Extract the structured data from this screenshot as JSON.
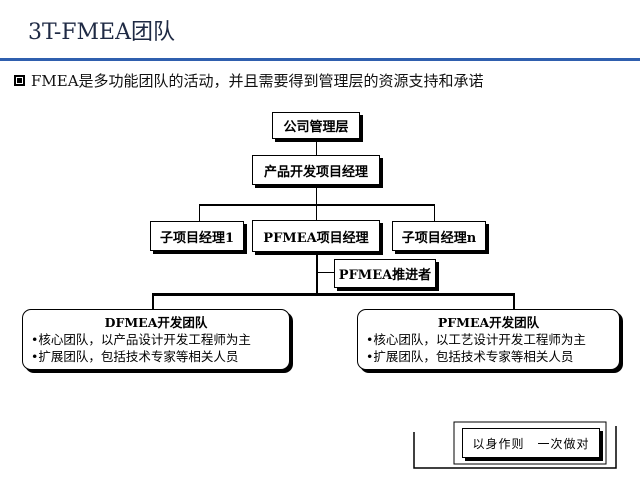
{
  "slide": {
    "title": "3T-FMEA团队",
    "bullet": "FMEA是多功能团队的活动，并且需要得到管理层的资源支持和承诺"
  },
  "org": {
    "top": "公司管理层",
    "pm": "产品开发项目经理",
    "sub1": "子项目经理1",
    "pfmea_pm": "PFMEA项目经理",
    "subn": "子项目经理n",
    "facilitator": "PFMEA推进者"
  },
  "teams": {
    "dfmea": {
      "title": "DFMEA开发团队",
      "core": "•核心团队，以产品设计开发工程师为主",
      "ext": "•扩展团队，包括技术专家等相关人员"
    },
    "pfmea": {
      "title": "PFMEA开发团队",
      "core": "•核心团队，以工艺设计开发工程师为主",
      "ext": "•扩展团队，包括技术专家等相关人员"
    }
  },
  "motto": "以身作则　一次做对",
  "colors": {
    "title_rule": "#2f5fae",
    "title_text": "#1f2a44"
  }
}
